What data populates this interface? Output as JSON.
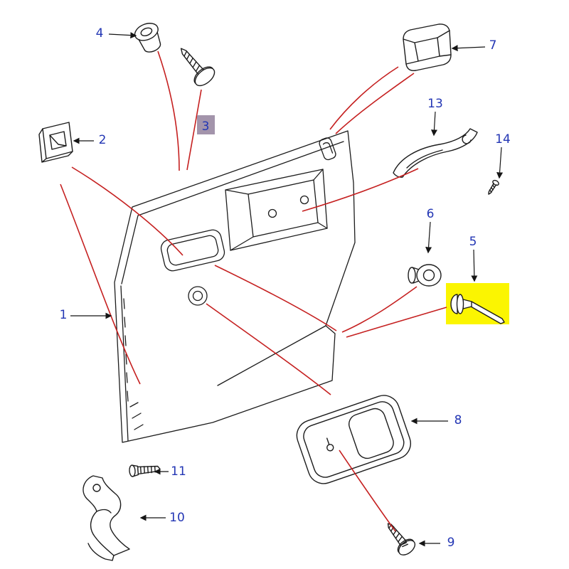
{
  "diagram": {
    "kind": "exploded-parts-diagram",
    "background": "#ffffff",
    "highlighted": {
      "yellow_box_part": "5",
      "purple_box_part": "3"
    }
  },
  "colors": {
    "label_blue": "#2336b4",
    "leader_red": "#c52020",
    "ink": "#1c1c1c",
    "highlight_yellow": "#fbf501",
    "highlight_purple": "#a394ab"
  },
  "labels": {
    "l1": "1",
    "l2": "2",
    "l3": "3",
    "l4": "4",
    "l5": "5",
    "l6": "6",
    "l7": "7",
    "l8": "8",
    "l9": "9",
    "l10": "10",
    "l11": "11",
    "l13": "13",
    "l14": "14"
  }
}
